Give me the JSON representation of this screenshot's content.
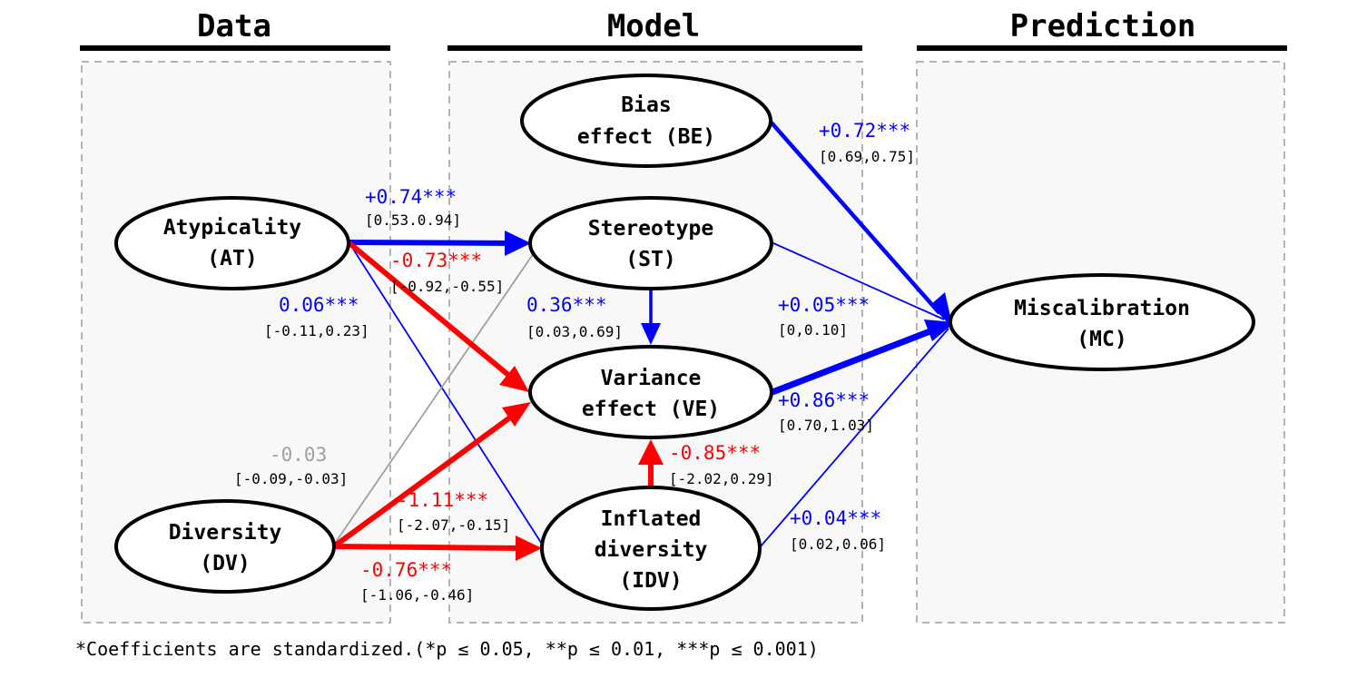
{
  "columns": {
    "data": "Data",
    "model": "Model",
    "prediction": "Prediction"
  },
  "nodes": {
    "at": {
      "line1": "Atypicality",
      "line2": "(AT)"
    },
    "dv": {
      "line1": "Diversity",
      "line2": "(DV)"
    },
    "be": {
      "line1": "Bias",
      "line2": "effect (BE)"
    },
    "st": {
      "line1": "Stereotype",
      "line2": "(ST)"
    },
    "ve": {
      "line1": "Variance",
      "line2": "effect (VE)"
    },
    "idv": {
      "line1": "Inflated",
      "line2": "diversity",
      "line3": "(IDV)"
    },
    "mc": {
      "line1": "Miscalibration",
      "line2": "(MC)"
    }
  },
  "edges": {
    "at_st": {
      "coef": "+0.74***",
      "ci": "[0.53.0.94]",
      "color": "#0000ff"
    },
    "at_ve": {
      "coef": "-0.73***",
      "ci": "[-0.92,-0.55]",
      "color": "#ff0000"
    },
    "at_idv": {
      "coef": "0.06***",
      "ci": "[-0.11,0.23]",
      "color": "#0000ff"
    },
    "dv_st": {
      "coef": "-0.03",
      "ci": "[-0.09,-0.03]",
      "color": "#a0a0a0"
    },
    "dv_ve": {
      "coef": "-1.11***",
      "ci": "[-2.07,-0.15]",
      "color": "#ff0000"
    },
    "dv_idv": {
      "coef": "-0.76***",
      "ci": "[-1.06,-0.46]",
      "color": "#ff0000"
    },
    "st_ve": {
      "coef": "0.36***",
      "ci": "[0.03,0.69]",
      "color": "#0000ff"
    },
    "idv_ve": {
      "coef": "-0.85***",
      "ci": "[-2.02,0.29]",
      "color": "#ff0000"
    },
    "be_mc": {
      "coef": "+0.72***",
      "ci": "[0.69,0.75]",
      "color": "#0000ff"
    },
    "st_mc": {
      "coef": "+0.05***",
      "ci": "[0,0.10]",
      "color": "#0000ff"
    },
    "ve_mc": {
      "coef": "+0.86***",
      "ci": "[0.70,1.03]",
      "color": "#0000ff"
    },
    "idv_mc": {
      "coef": "+0.04***",
      "ci": "[0.02,0.06]",
      "color": "#0000ff"
    }
  },
  "footnote": "*Coefficients are standardized.(*p ≤ 0.05, **p ≤ 0.01, ***p ≤ 0.001)"
}
